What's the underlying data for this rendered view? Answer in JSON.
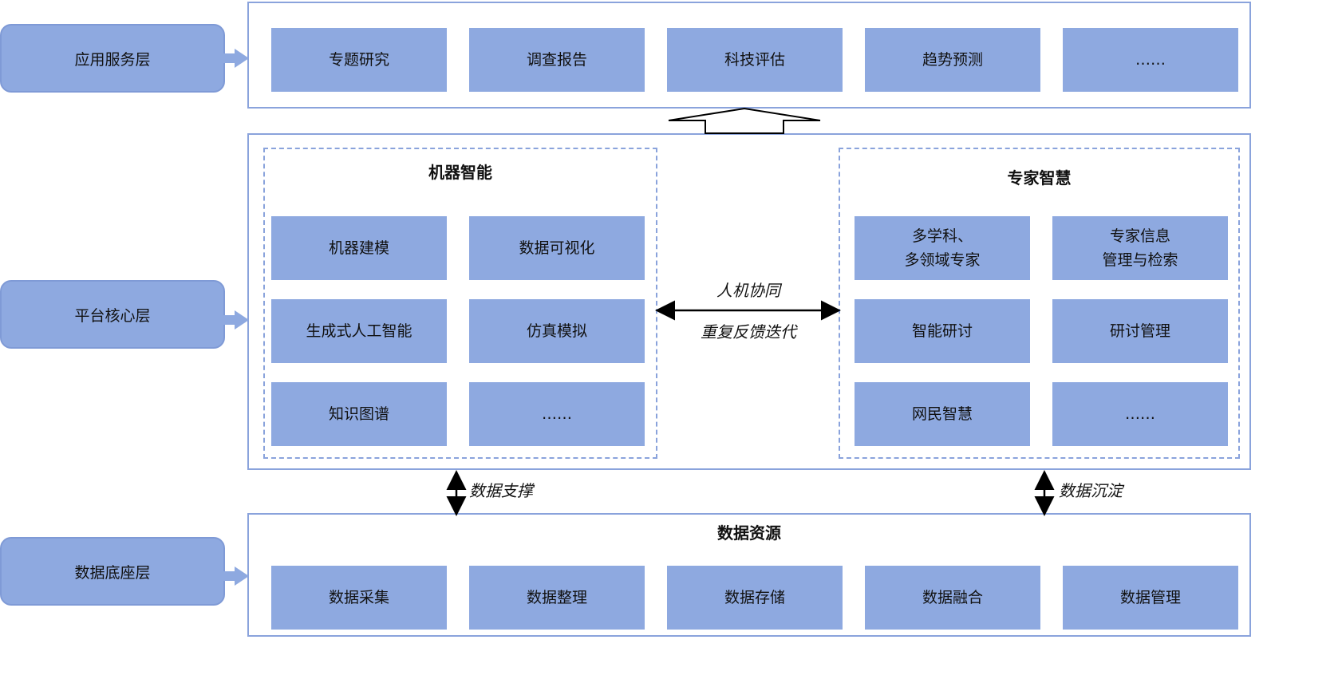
{
  "layers": {
    "application": "应用服务层",
    "platform": "平台核心层",
    "data": "数据底座层"
  },
  "application_items": [
    "专题研究",
    "调查报告",
    "科技评估",
    "趋势预测",
    "……"
  ],
  "machine": {
    "title": "机器智能",
    "items": [
      "机器建模",
      "数据可视化",
      "生成式人工智能",
      "仿真模拟",
      "知识图谱",
      "……"
    ]
  },
  "expert": {
    "title": "专家智慧",
    "items": [
      "多学科、\n多领域专家",
      "专家信息\n管理与检索",
      "智能研讨",
      "研讨管理",
      "网民智慧",
      "……"
    ]
  },
  "collaboration": {
    "top": "人机协同",
    "bottom": "重复反馈迭代"
  },
  "links": {
    "support": "数据支撑",
    "deposit": "数据沉淀"
  },
  "data_resources": {
    "title": "数据资源",
    "items": [
      "数据采集",
      "数据整理",
      "数据存储",
      "数据融合",
      "数据管理"
    ]
  },
  "colors": {
    "box_fill": "#8ea9e0",
    "frame_border": "#8aa3dc"
  }
}
